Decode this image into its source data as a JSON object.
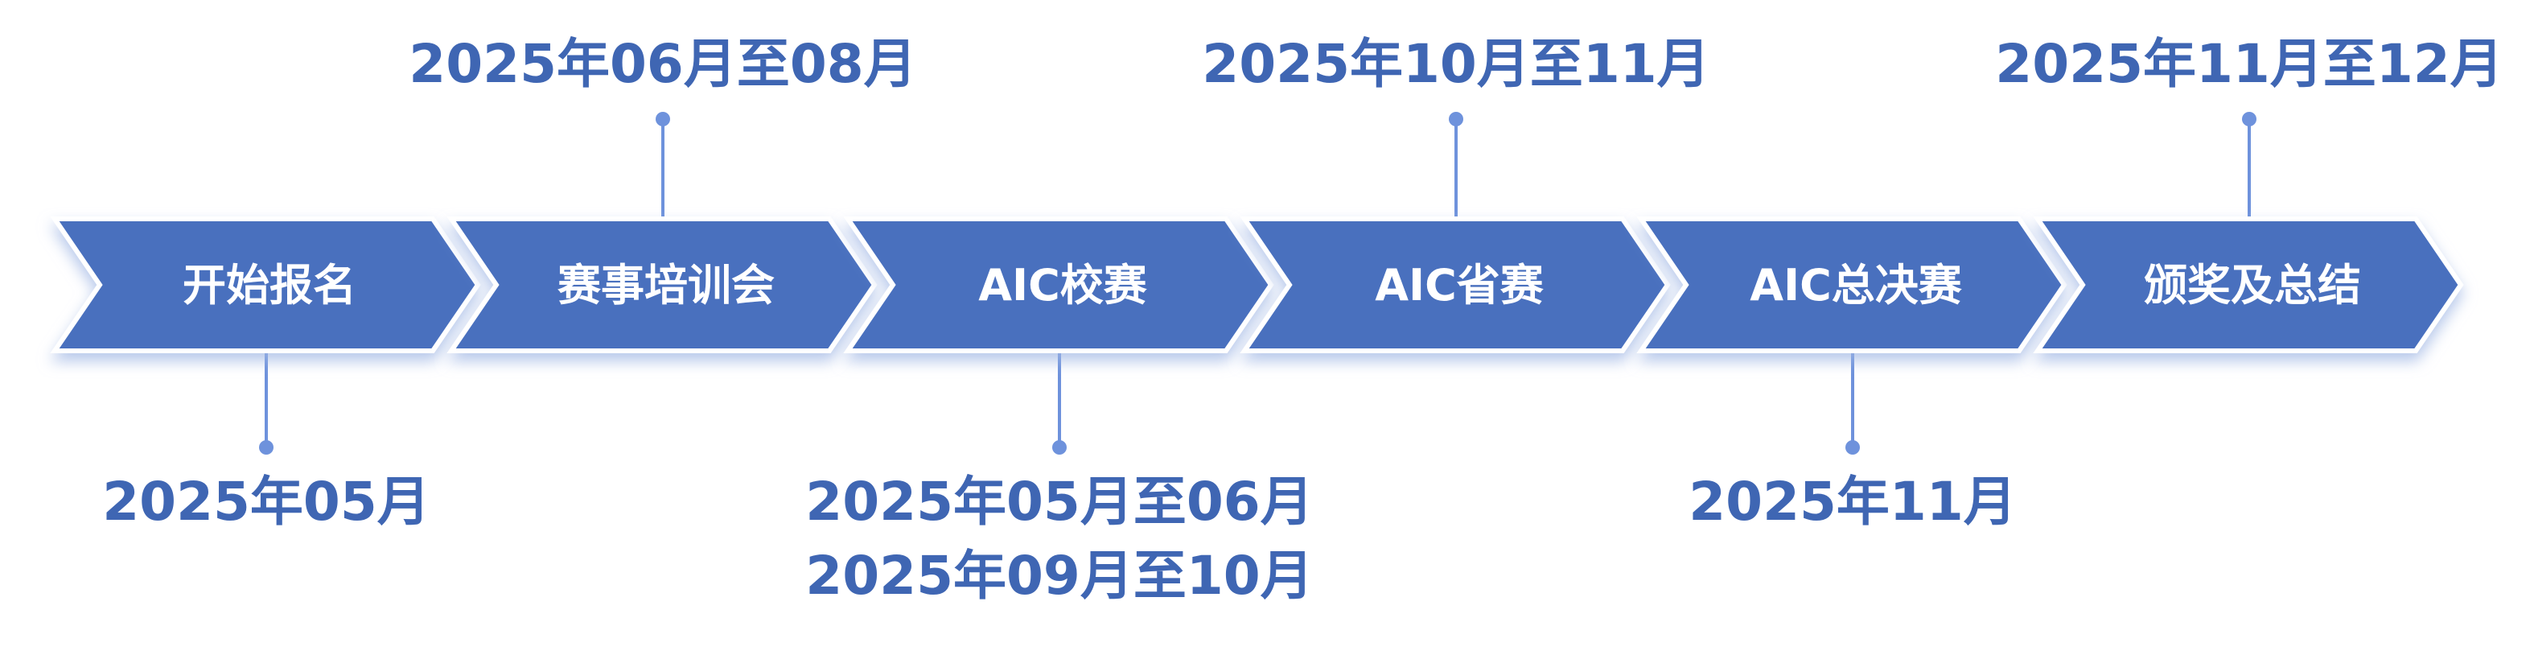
{
  "colors": {
    "chevron_fill": "#4a70be",
    "chevron_text": "#ffffff",
    "date_text": "#3f66b3",
    "connector": "#6e92dc"
  },
  "stages": [
    {
      "label": "开始报名",
      "dates_position": "bottom",
      "dates": [
        "2025年05月"
      ]
    },
    {
      "label": "赛事培训会",
      "dates_position": "top",
      "dates": [
        "2025年06月至08月"
      ]
    },
    {
      "label": "AIC校赛",
      "dates_position": "bottom",
      "dates": [
        "2025年05月至06月",
        "2025年09月至10月"
      ]
    },
    {
      "label": "AIC省赛",
      "dates_position": "top",
      "dates": [
        "2025年10月至11月"
      ]
    },
    {
      "label": "AIC总决赛",
      "dates_position": "bottom",
      "dates": [
        "2025年11月"
      ]
    },
    {
      "label": "颁奖及总结",
      "dates_position": "top",
      "dates": [
        "2025年11月至12月"
      ]
    }
  ]
}
